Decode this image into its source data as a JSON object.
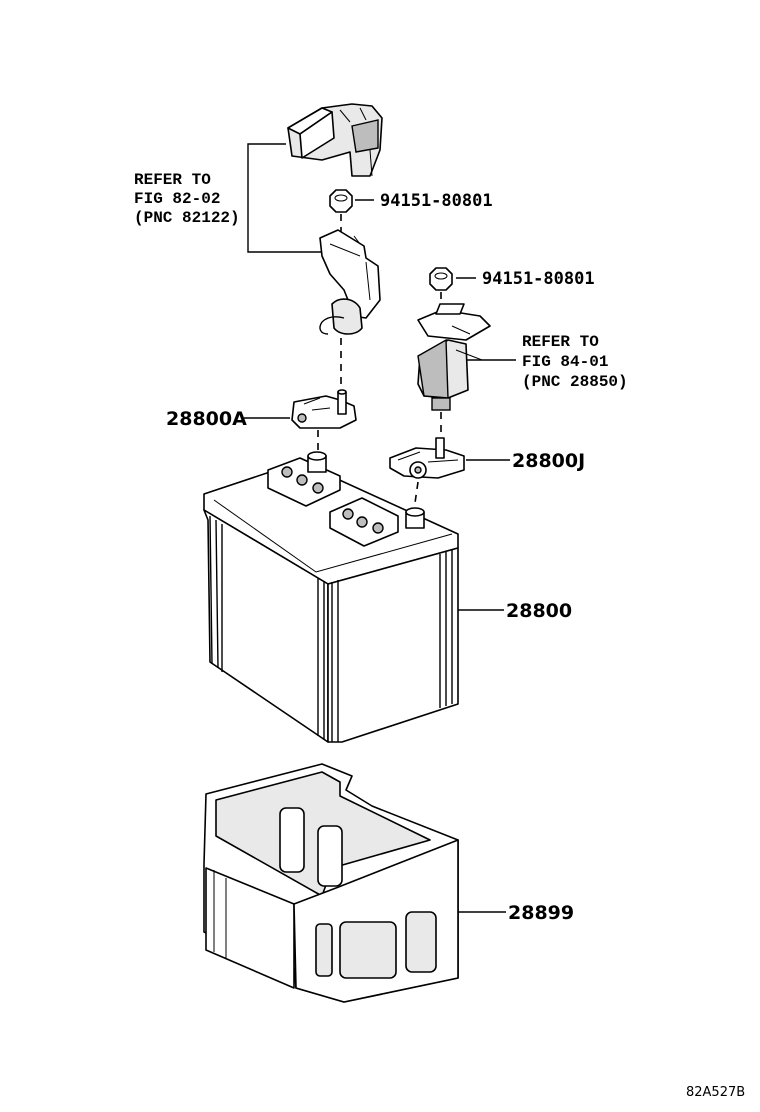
{
  "callouts": {
    "ref_fig_82": {
      "line1": "REFER TO",
      "line2": "FIG 82-02",
      "line3": "(PNC 82122)"
    },
    "ref_fig_84": {
      "line1": "REFER TO",
      "line2": "FIG 84-01",
      "line3": "(PNC 28850)"
    },
    "nut_upper": "94151-80801",
    "nut_lower": "94151-80801",
    "terminal_negative": "28800A",
    "terminal_positive": "28800J",
    "battery": "28800",
    "battery_tray": "28899"
  },
  "figure_code": "82A527B"
}
